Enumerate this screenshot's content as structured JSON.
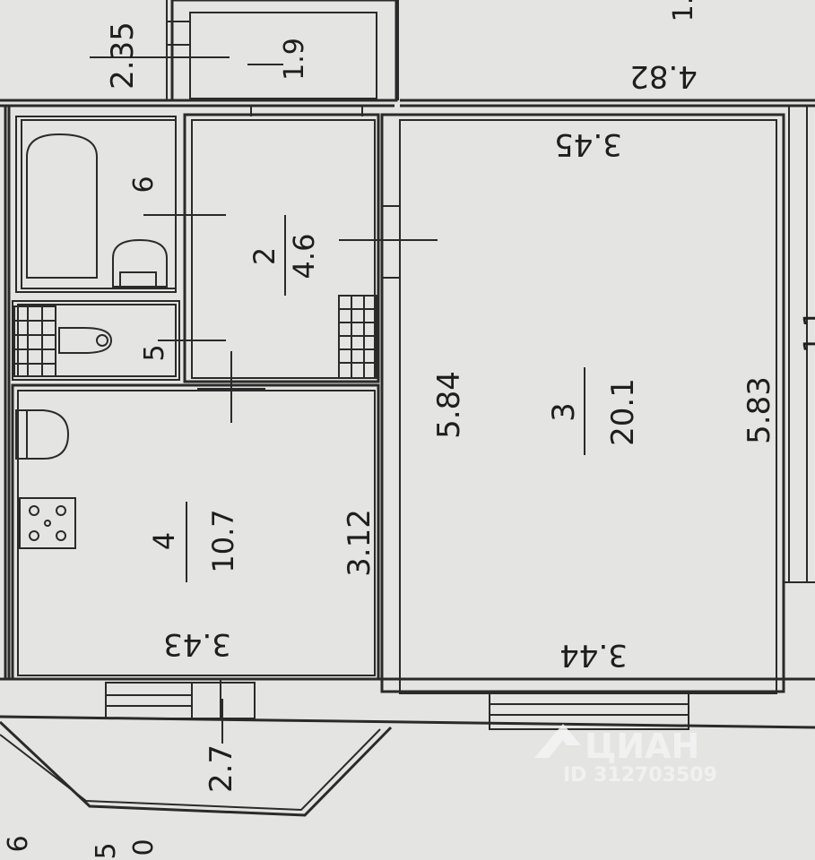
{
  "rooms": [
    {
      "number": "2",
      "area": "4.6"
    },
    {
      "number": "3",
      "area": "20.1"
    },
    {
      "number": "4",
      "area": "10.7"
    },
    {
      "number": "5",
      "area": ""
    },
    {
      "number": "6",
      "area": ""
    }
  ],
  "top_room": {
    "area": "1.9",
    "partial": "1."
  },
  "dimensions": {
    "corridor_top": "2.35",
    "top_right": "4.82",
    "big_top": "3.45",
    "big_left": "5.84",
    "big_right": "5.83",
    "big_bottom": "3.44",
    "kitchen_height": "3.12",
    "kitchen_bottom": "3.43",
    "balcony": "2.7",
    "right_partial": "1.1"
  },
  "bottom_partial": {
    "left": "6",
    "num": "5",
    "den": "0"
  },
  "watermark": {
    "brand": "ЦИАН",
    "id": "ID 312703509"
  },
  "colors": {
    "paper": "#e4e4e2",
    "ink": "#2a2a2a",
    "watermark": "#f4f4f4"
  }
}
